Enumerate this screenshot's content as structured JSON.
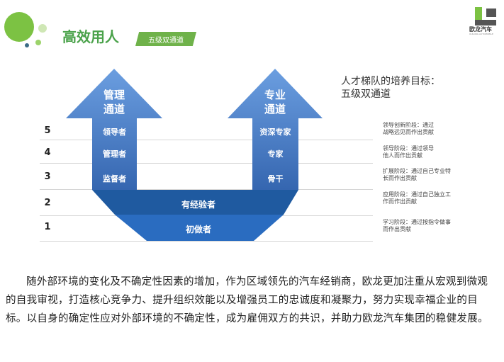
{
  "slide": {
    "title": "高效用人",
    "tag": "五级双通道",
    "logo_text": "欧龙汽车",
    "logo_subtext": "OULONG AUTOMOBILE",
    "heading_line1": "人才梯队的培养目标：",
    "heading_line2": "五级双通道",
    "left_arrow": {
      "line1": "管理",
      "line2": "通道"
    },
    "right_arrow": {
      "line1": "专业",
      "line2": "通道"
    },
    "levels": [
      "5",
      "4",
      "3",
      "2",
      "1"
    ],
    "management_roles": [
      "领导者",
      "管理者",
      "监督者"
    ],
    "professional_roles": [
      "资深专家",
      "专家",
      "骨干"
    ],
    "base_roles": [
      "有经验者",
      "初做者"
    ],
    "descriptions": [
      {
        "line1": "领导创新阶段：通过",
        "line2": "战略远见而作出贡献"
      },
      {
        "line1": "领导阶段：通过领导",
        "line2": "他人而作出贡献"
      },
      {
        "line1": "扩展阶段：通过自己专业特",
        "line2": "长而作出贡献"
      },
      {
        "line1": "应用阶段：通过自己独立工",
        "line2": "作而作出贡献"
      },
      {
        "line1": "学习阶段：通过按指令做事",
        "line2": "而作出贡献"
      }
    ],
    "colors": {
      "arrow_light": "#5b8fd8",
      "arrow_dark": "#2e5c9e",
      "base_top": "#1f5aa0",
      "base_bottom": "#2a6cc0",
      "green": "#4aa24a"
    }
  },
  "paragraph": "随外部环境的变化及不确定性因素的增加，作为区域领先的汽车经销商，欧龙更加注重从宏观到微观的自我审视，打造核心竞争力、提升组织效能以及增强员工的忠诚度和凝聚力，努力实现幸福企业的目标。以自身的确定性应对外部环境的不确定性，成为雇佣双方的共识，并助力欧龙汽车集团的稳健发展。"
}
